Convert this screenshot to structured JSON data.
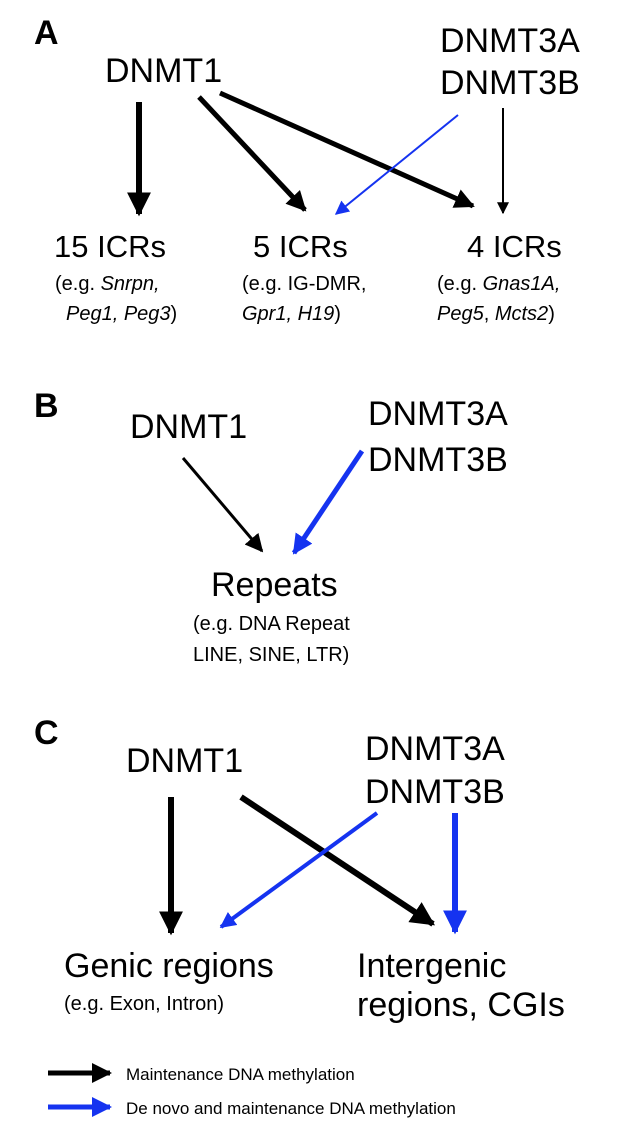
{
  "panel_a": {
    "letter": "A",
    "dnmt1": "DNMT1",
    "dnmt3a": "DNMT3A",
    "dnmt3b": "DNMT3B",
    "t1_label": "15 ICRs",
    "t1_ex1": "(e.g. ",
    "t1_ex1_it": "Snrpn,",
    "t1_ex2_it": "Peg1, Peg3",
    "t1_ex2_end": ")",
    "t2_label": "5 ICRs",
    "t2_ex1": "(e.g. IG-DMR,",
    "t2_ex2_it1": "Gpr1, H19",
    "t2_ex2_end": ")",
    "t3_label": "4 ICRs",
    "t3_ex1": "(e.g. ",
    "t3_ex1_it": "Gnas1A,",
    "t3_ex2_it1": "Peg5",
    "t3_ex2_mid": ", ",
    "t3_ex2_it2": "Mcts2",
    "t3_ex2_end": ")"
  },
  "panel_b": {
    "letter": "B",
    "dnmt1": "DNMT1",
    "dnmt3a": "DNMT3A",
    "dnmt3b": "DNMT3B",
    "target": "Repeats",
    "ex1": "(e.g. DNA Repeat",
    "ex2": "LINE, SINE, LTR)"
  },
  "panel_c": {
    "letter": "C",
    "dnmt1": "DNMT1",
    "dnmt3a": "DNMT3A",
    "dnmt3b": "DNMT3B",
    "t1_label": "Genic regions",
    "t1_ex": "(e.g. Exon, Intron)",
    "t2_line1": "Intergenic",
    "t2_line2": "regions, CGIs"
  },
  "legend": {
    "black_label": "Maintenance DNA methylation",
    "blue_label": "De novo and maintenance DNA methylation"
  },
  "colors": {
    "maintenance": "#000000",
    "de_novo": "#1533f0"
  }
}
